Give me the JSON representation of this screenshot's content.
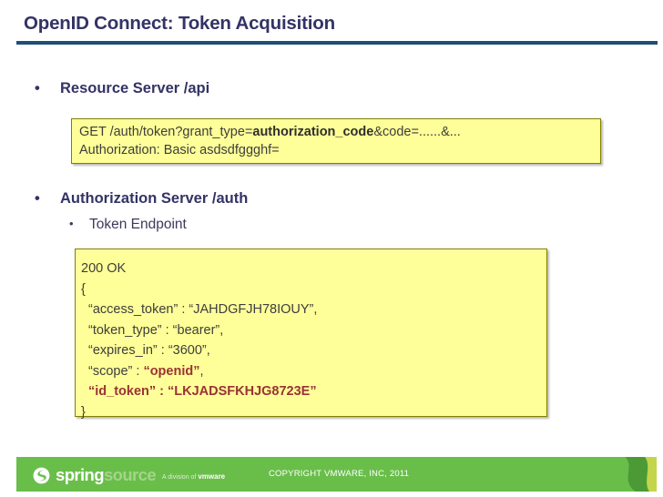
{
  "slide": {
    "title": "OpenID Connect: Token Acquisition"
  },
  "bullets": {
    "marker": "•",
    "resource_server": "Resource Server /api",
    "authorization_server": "Authorization Server /auth",
    "token_endpoint": "Token Endpoint"
  },
  "request_box": {
    "line1_pre": "GET /auth/token?grant_type=",
    "line1_bold": "authorization_code",
    "line1_post": "&code=......&...",
    "line2": "Authorization: Basic asdsdfggghf="
  },
  "response_box": {
    "status": "200 OK",
    "open_brace": "{",
    "access_token": "“access_token” : “JAHDGFJH78IOUY”,",
    "token_type": "“token_type” : “bearer”,",
    "expires_in": "“expires_in” : “3600”,",
    "scope_key": "“scope” : ",
    "scope_value": "“openid”",
    "scope_comma": ",",
    "id_token": "“id_token” : “LKJADSFKHJG8723E”",
    "close_brace": "}"
  },
  "footer": {
    "brand_spring": "spring",
    "brand_source": "source",
    "division_prefix": "A division of ",
    "division_brand": "vmware",
    "copyright": "COPYRIGHT VMWARE, INC, 2011"
  },
  "colors": {
    "title": "#333366",
    "rule": "#1F4E79",
    "code_bg": "#FFFF99",
    "code_border": "#808000",
    "highlight_red": "#993333",
    "footer_green": "#69BE4A",
    "footer_source_green": "#A5D48A"
  }
}
